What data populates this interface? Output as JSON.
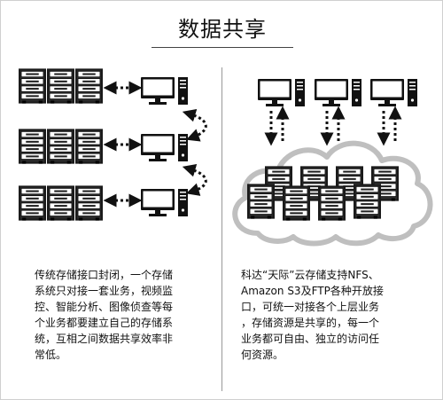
{
  "title": "数据共享",
  "left_panel": {
    "caption": "传统存储接口封闭，一个存储\n系统只对接一套业务，视频监\n控、智能分析、图像侦查等每\n个业务都要建立自己的存储系\n统，互相之间数据共享效率非\n常低。"
  },
  "right_panel": {
    "caption": "科达“天际”云存储支持NFS、\nAmazon S3及FTP各种开放接\n口，可统一对接各个上层业务\n，存储资源是共享的，每一个\n业务都可自由、独立的访问任\n何资源。"
  },
  "icons": {
    "server": "server-rack-icon",
    "computer": "desktop-computer-icon",
    "cloud": "cloud-icon"
  }
}
